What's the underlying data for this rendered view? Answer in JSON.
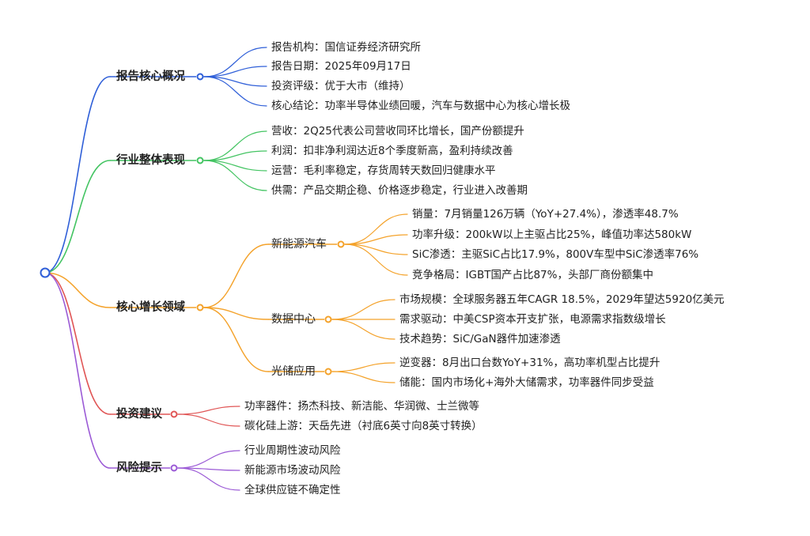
{
  "colors": {
    "blue": "#2f5fd8",
    "green": "#43c462",
    "orange": "#f4a22a",
    "red": "#e05555",
    "purple": "#9b5ad6"
  },
  "branches": [
    {
      "key": "b0",
      "label": "报告核心概况",
      "color": "#2f5fd8",
      "children": [
        {
          "label": "报告机构：国信证券经济研究所"
        },
        {
          "label": "报告日期：2025年09月17日"
        },
        {
          "label": "投资评级：优于大市（维持）"
        },
        {
          "label": "核心结论：功率半导体业绩回暖，汽车与数据中心为核心增长极"
        }
      ]
    },
    {
      "key": "b1",
      "label": "行业整体表现",
      "color": "#43c462",
      "children": [
        {
          "label": "营收：2Q25代表公司营收同环比增长，国产份额提升"
        },
        {
          "label": "利润：扣非净利润达近8个季度新高，盈利持续改善"
        },
        {
          "label": "运营：毛利率稳定，存货周转天数回归健康水平"
        },
        {
          "label": "供需：产品交期企稳、价格逐步稳定，行业进入改善期"
        }
      ]
    },
    {
      "key": "b2",
      "label": "核心增长领域",
      "color": "#f4a22a",
      "children": [
        {
          "label": "新能源汽车",
          "children": [
            {
              "label": "销量：7月销量126万辆（YoY+27.4%），渗透率48.7%"
            },
            {
              "label": "功率升级：200kW以上主驱占比25%，峰值功率达580kW"
            },
            {
              "label": "SiC渗透：主驱SiC占比17.9%，800V车型中SiC渗透率76%"
            },
            {
              "label": "竞争格局：IGBT国产占比87%，头部厂商份额集中"
            }
          ]
        },
        {
          "label": "数据中心",
          "children": [
            {
              "label": "市场规模：全球服务器五年CAGR 18.5%，2029年望达5920亿美元"
            },
            {
              "label": "需求驱动：中美CSP资本开支扩张，电源需求指数级增长"
            },
            {
              "label": "技术趋势：SiC/GaN器件加速渗透"
            }
          ]
        },
        {
          "label": "光储应用",
          "children": [
            {
              "label": "逆变器：8月出口台数YoY+31%，高功率机型占比提升"
            },
            {
              "label": "储能：国内市场化+海外大储需求，功率器件同步受益"
            }
          ]
        }
      ]
    },
    {
      "key": "b3",
      "label": "投资建议",
      "color": "#e05555",
      "children": [
        {
          "label": "功率器件：扬杰科技、新洁能、华润微、士兰微等"
        },
        {
          "label": "碳化硅上游：天岳先进（衬底6英寸向8英寸转换）"
        }
      ]
    },
    {
      "key": "b4",
      "label": "风险提示",
      "color": "#9b5ad6",
      "children": [
        {
          "label": "行业周期性波动风险"
        },
        {
          "label": "新能源市场波动风险"
        },
        {
          "label": "全球供应链不确定性"
        }
      ]
    }
  ]
}
